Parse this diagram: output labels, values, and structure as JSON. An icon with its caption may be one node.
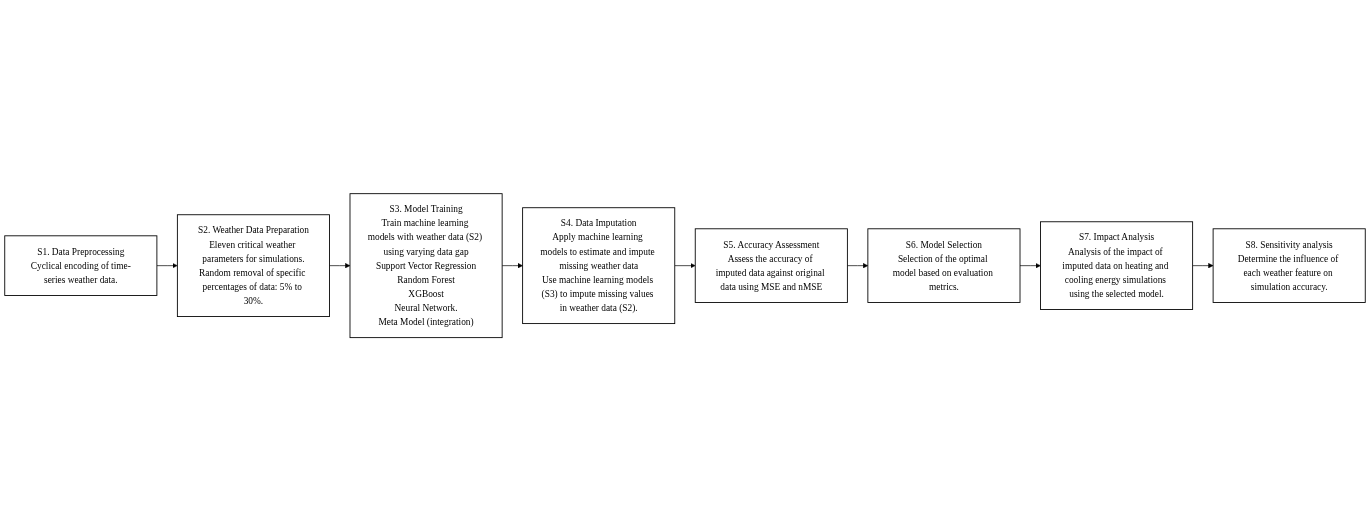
{
  "diagram": {
    "nodes": [
      {
        "text": [
          "S1. Data Preprocessing",
          "Cyclical encoding of time-series weather data."
        ]
      },
      {
        "text": [
          "S2. Weather Data Preparation",
          "Eleven critical weather parameters for simulations.",
          "Random removal of specific percentages of data: 5% to 30%."
        ]
      },
      {
        "text": [
          "S3. Model Training",
          "Train machine learning models with weather data (S2) using varying data gap",
          "Support Vector Regression",
          "Random Forest",
          "XGBoost",
          "Neural Network.",
          "Meta Model (integration)"
        ]
      },
      {
        "text": [
          "S4. Data Imputation",
          "Apply machine learning models to estimate and impute missing weather data",
          "Use machine learning models (S3) to impute missing values in weather data (S2)."
        ]
      },
      {
        "text": [
          "S5. Accuracy Assessment",
          "Assess the accuracy of imputed data against original data using MSE and nMSE"
        ]
      },
      {
        "text": [
          "S6. Model Selection",
          "Selection of the optimal model based on evaluation metrics."
        ]
      },
      {
        "text": [
          "S7. Impact Analysis",
          "Analysis of the impact of imputed data on heating and cooling energy simulations using the selected model."
        ]
      },
      {
        "text": [
          "S8. Sensitivity analysis",
          "Determine the influence of each weather feature on simulation accuracy."
        ]
      }
    ],
    "edges": [
      {
        "from": 0,
        "to": 1,
        "arrow": "to"
      },
      {
        "from": 1,
        "to": 2,
        "arrow": "to"
      },
      {
        "from": 2,
        "to": 3,
        "arrow": "to"
      },
      {
        "from": 3,
        "to": 4,
        "arrow": "to"
      },
      {
        "from": 4,
        "to": 5,
        "arrow": "to"
      },
      {
        "from": 5,
        "to": 6,
        "arrow": "to"
      },
      {
        "from": 6,
        "to": 7,
        "arrow": "to"
      }
    ]
  }
}
